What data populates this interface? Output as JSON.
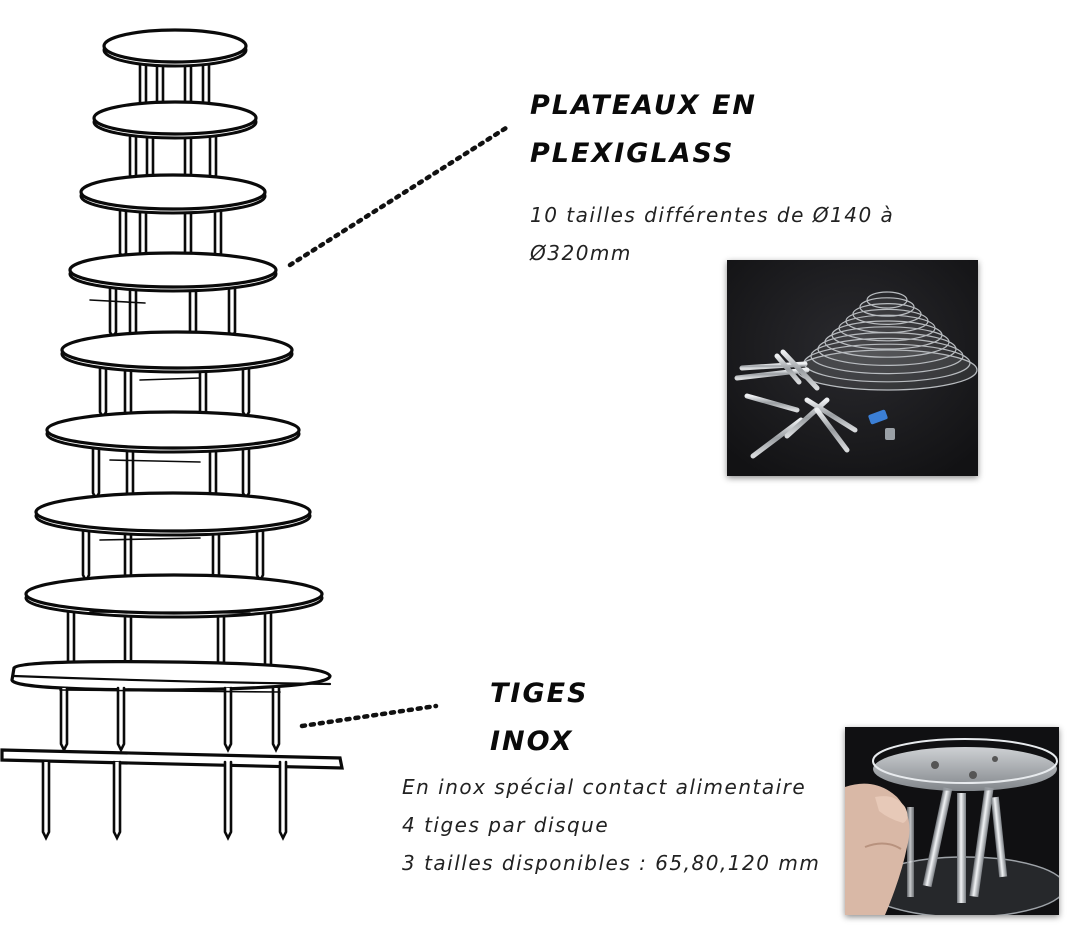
{
  "plateaux": {
    "title_line1": "PLATEAUX EN",
    "title_line2": "PLEXIGLASS",
    "desc_line1": "10 tailles différentes de Ø140 à",
    "desc_line2": "Ø320mm"
  },
  "tiges": {
    "title_line1": "TIGES",
    "title_line2": "INOX",
    "desc_line1": "En inox spécial contact alimentaire",
    "desc_line2": "4 tiges par disque",
    "desc_line3": "3 tailles disponibles : 65,80,120 mm"
  },
  "colors": {
    "ink": "#0a0a0a",
    "photo_bg": "#1a1a1c",
    "acrylic": "#c9ccd0",
    "steel": "#b9bcbf",
    "blue_part": "#3b7fd6"
  }
}
